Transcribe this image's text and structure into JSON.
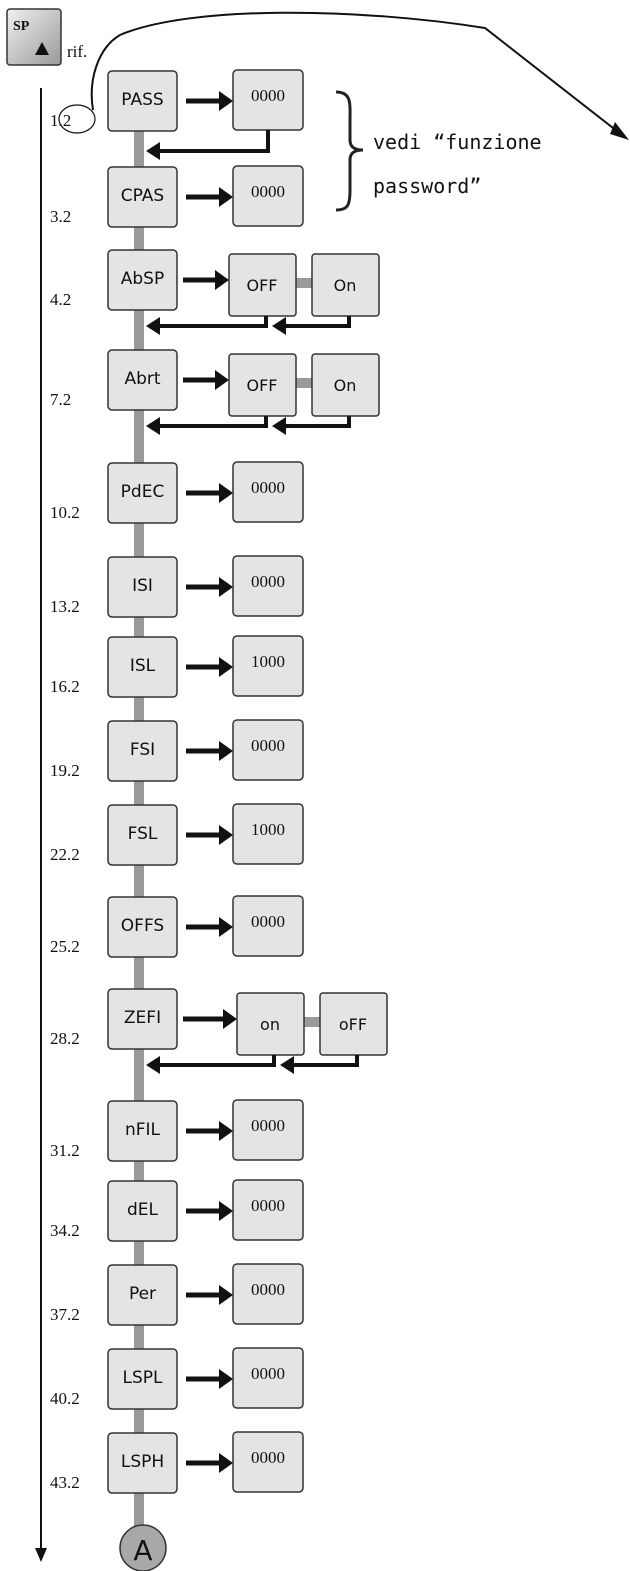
{
  "header": {
    "key_label": "SP",
    "rif_label": "rif.",
    "key_icon": "sp-up-key-icon"
  },
  "note": {
    "line1": "vedi “funzione",
    "line2": "password”"
  },
  "parameters": [
    {
      "code": "PASS",
      "ref": "1.2",
      "value": "0000"
    },
    {
      "code": "CPAS",
      "ref": "3.2",
      "value": "0000"
    },
    {
      "code": "AbSP",
      "ref": "4.2",
      "options": [
        "OFF",
        "On"
      ]
    },
    {
      "code": "Abrt",
      "ref": "7.2",
      "options": [
        "OFF",
        "On"
      ]
    },
    {
      "code": "PdEC",
      "ref": "10.2",
      "value": "0000"
    },
    {
      "code": "ISI",
      "ref": "13.2",
      "value": "0000"
    },
    {
      "code": "ISL",
      "ref": "16.2",
      "value": "1000"
    },
    {
      "code": "FSI",
      "ref": "19.2",
      "value": "0000"
    },
    {
      "code": "FSL",
      "ref": "22.2",
      "value": "1000"
    },
    {
      "code": "OFFS",
      "ref": "25.2",
      "value": "0000"
    },
    {
      "code": "ZEFI",
      "ref": "28.2",
      "options": [
        "on",
        "oFF"
      ]
    },
    {
      "code": "nFIL",
      "ref": "31.2",
      "value": "0000"
    },
    {
      "code": "dEL",
      "ref": "34.2",
      "value": "0000"
    },
    {
      "code": "Per",
      "ref": "37.2",
      "value": "0000"
    },
    {
      "code": "LSPL",
      "ref": "40.2",
      "value": "0000"
    },
    {
      "code": "LSPH",
      "ref": "43.2",
      "value": "0000"
    }
  ],
  "connector": {
    "label": "A"
  },
  "colors": {
    "box_fill": "#e4e4e4",
    "box_stroke": "#333333",
    "spine": "#9a9a9a",
    "arrow": "#111111",
    "connector_fill": "#a8a8a8"
  }
}
